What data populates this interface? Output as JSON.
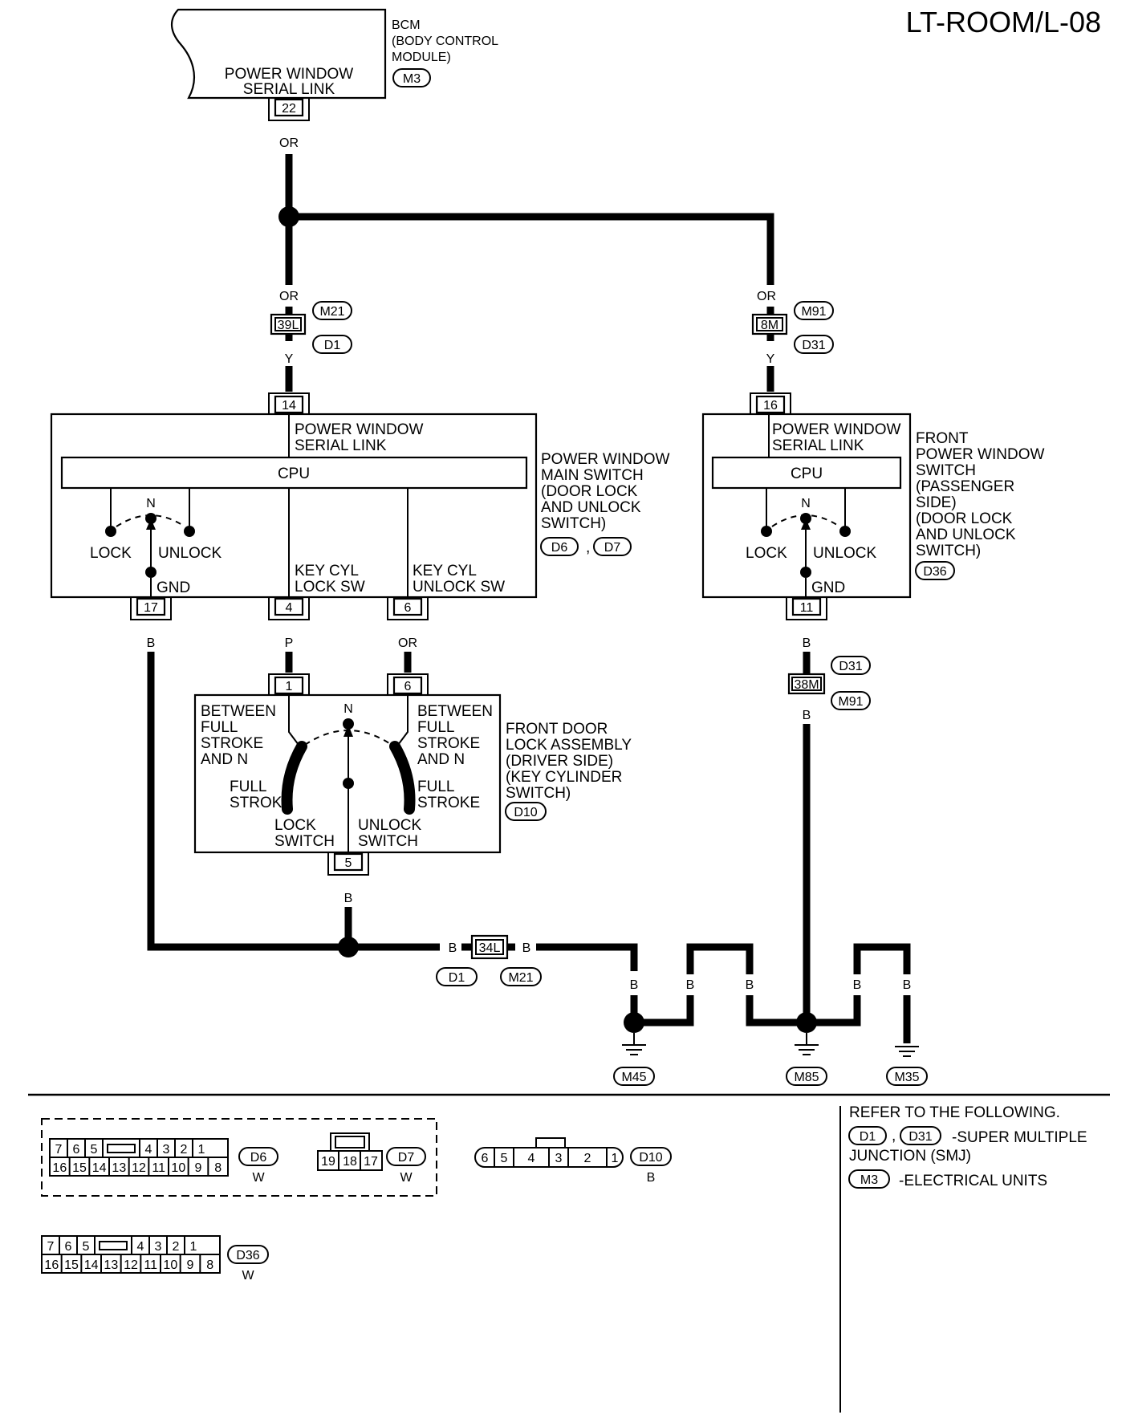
{
  "page_title": "LT-ROOM/L-08",
  "bcm": {
    "inner": [
      "POWER WINDOW",
      "SERIAL LINK"
    ],
    "name": [
      "BCM",
      "(BODY CONTROL",
      " MODULE)"
    ],
    "connector": "M3",
    "pin": "22"
  },
  "wires": {
    "or": "OR",
    "y": "Y",
    "b": "B",
    "p": "P"
  },
  "connectors": {
    "m21": "M21",
    "d1": "D1",
    "m91": "M91",
    "d31": "D31",
    "d6": "D6",
    "d7": "D7",
    "d10": "D10",
    "d36": "D36",
    "m45": "M45",
    "m85": "M85",
    "m35": "M35",
    "m3": "M3"
  },
  "pins": {
    "p39l": "39L",
    "p8m": "8M",
    "p14": "14",
    "p16": "16",
    "p17": "17",
    "p4": "4",
    "p6": "6",
    "p11": "11",
    "p1": "1",
    "p6b": "6",
    "p5": "5",
    "p38m": "38M",
    "p34l": "34L"
  },
  "main_switch": {
    "serial": [
      "POWER WINDOW",
      "SERIAL LINK"
    ],
    "cpu": "CPU",
    "n": "N",
    "lock": "LOCK",
    "unlock": "UNLOCK",
    "gnd": "GND",
    "keycyl_lock": [
      "KEY CYL",
      "LOCK SW"
    ],
    "keycyl_unlock": [
      "KEY CYL",
      "UNLOCK SW"
    ],
    "name": [
      "POWER WINDOW",
      "MAIN SWITCH",
      "(DOOR LOCK",
      " AND UNLOCK",
      " SWITCH)"
    ]
  },
  "front_switch": {
    "serial": [
      "POWER WINDOW",
      "SERIAL LINK"
    ],
    "cpu": "CPU",
    "n": "N",
    "lock": "LOCK",
    "unlock": "UNLOCK",
    "gnd": "GND",
    "name": [
      "FRONT",
      "POWER WINDOW",
      "SWITCH",
      "(PASSENGER",
      " SIDE)",
      "(DOOR LOCK",
      " AND UNLOCK",
      " SWITCH)"
    ]
  },
  "door_lock": {
    "between_left": [
      "BETWEEN",
      "FULL",
      "STROKE",
      "AND N"
    ],
    "between_right": [
      "BETWEEN",
      "FULL",
      "STROKE",
      "AND N"
    ],
    "n": "N",
    "full_left": [
      "FULL",
      "STROKE"
    ],
    "full_right": [
      "FULL",
      "STROKE"
    ],
    "lock_sw": [
      "LOCK",
      "SWITCH"
    ],
    "unlock_sw": [
      "UNLOCK",
      "SWITCH"
    ],
    "name": [
      "FRONT DOOR",
      "LOCK ASSEMBLY",
      "(DRIVER SIDE)",
      "(KEY CYLINDER",
      " SWITCH)"
    ]
  },
  "legend": {
    "d6_pins_top": [
      "7",
      "6",
      "5",
      "4",
      "3",
      "2",
      "1"
    ],
    "d6_pins_bot": [
      "16",
      "15",
      "14",
      "13",
      "12",
      "11",
      "10",
      "9",
      "8"
    ],
    "d7_pins": [
      "19",
      "18",
      "17"
    ],
    "d10_pins": [
      "6",
      "5",
      "4",
      "3",
      "2",
      "1"
    ],
    "w": "W",
    "b": "B",
    "refer": "REFER TO THE FOLLOWING.",
    "smj": "-SUPER MULTIPLE",
    "smj2": "JUNCTION (SMJ)",
    "eu": "-ELECTRICAL UNITS",
    "comma": ","
  }
}
